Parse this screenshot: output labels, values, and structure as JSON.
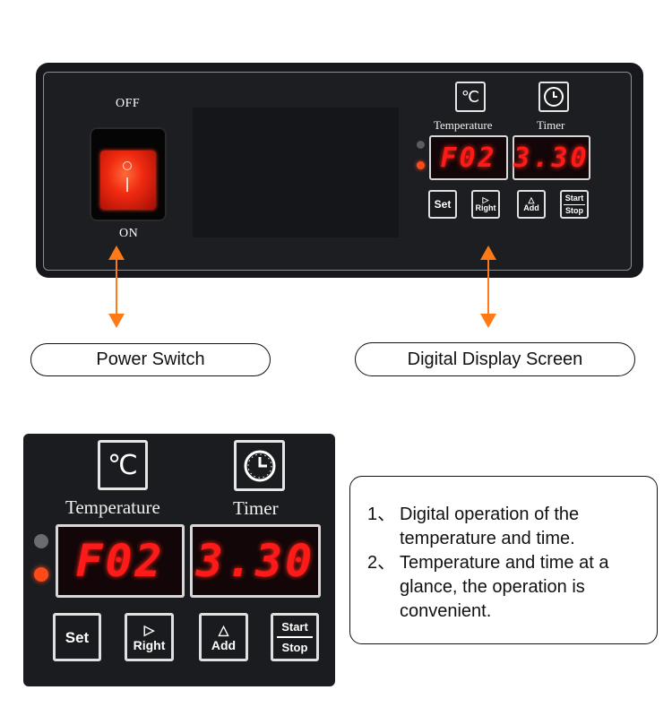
{
  "top_panel": {
    "switch": {
      "off_label": "OFF",
      "on_label": "ON"
    },
    "temperature": {
      "icon_text": "℃",
      "label": "Temperature",
      "display": "F02"
    },
    "timer": {
      "label": "Timer",
      "display": "3.30"
    },
    "buttons": {
      "set": "Set",
      "right": "Right",
      "add": "Add",
      "start": "Start",
      "stop": "Stop"
    }
  },
  "callouts": {
    "power_switch": "Power Switch",
    "digital_display": "Digital Display Screen"
  },
  "detail_panel": {
    "temperature_icon_text": "℃",
    "temperature_label": "Temperature",
    "timer_label": "Timer",
    "temperature_display": "F02",
    "timer_display": "3.30",
    "buttons": {
      "set": "Set",
      "right": "Right",
      "add": "Add",
      "start": "Start",
      "stop": "Stop"
    }
  },
  "description": {
    "item1_num": "1、",
    "item1_line1": "Digital operation of the",
    "item1_line2": "temperature and time.",
    "item2_num": "2、",
    "item2_line1": "Temperature and time at a",
    "item2_line2": "glance, the operation is",
    "item2_line3": "convenient."
  },
  "colors": {
    "arrow": "#ff7a17",
    "led_on": "#ff4a1a",
    "display": "#ff1a1a",
    "panel": "#17181b"
  }
}
